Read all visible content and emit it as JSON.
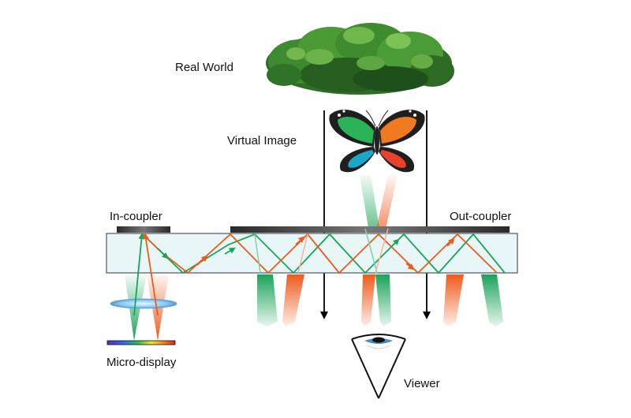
{
  "labels": {
    "real_world": "Real World",
    "virtual_image": "Virtual Image",
    "in_coupler": "In-coupler",
    "out_coupler": "Out-coupler",
    "micro_display": "Micro-display",
    "viewer": "Viewer"
  },
  "colors": {
    "green_ray": "#1aa35a",
    "orange_ray": "#ee5a1c",
    "waveguide_fill": "#e8f6f8",
    "waveguide_stroke": "#4a5a5e",
    "real_world_ray": "#000000",
    "foliage": "#2f7a2a"
  }
}
